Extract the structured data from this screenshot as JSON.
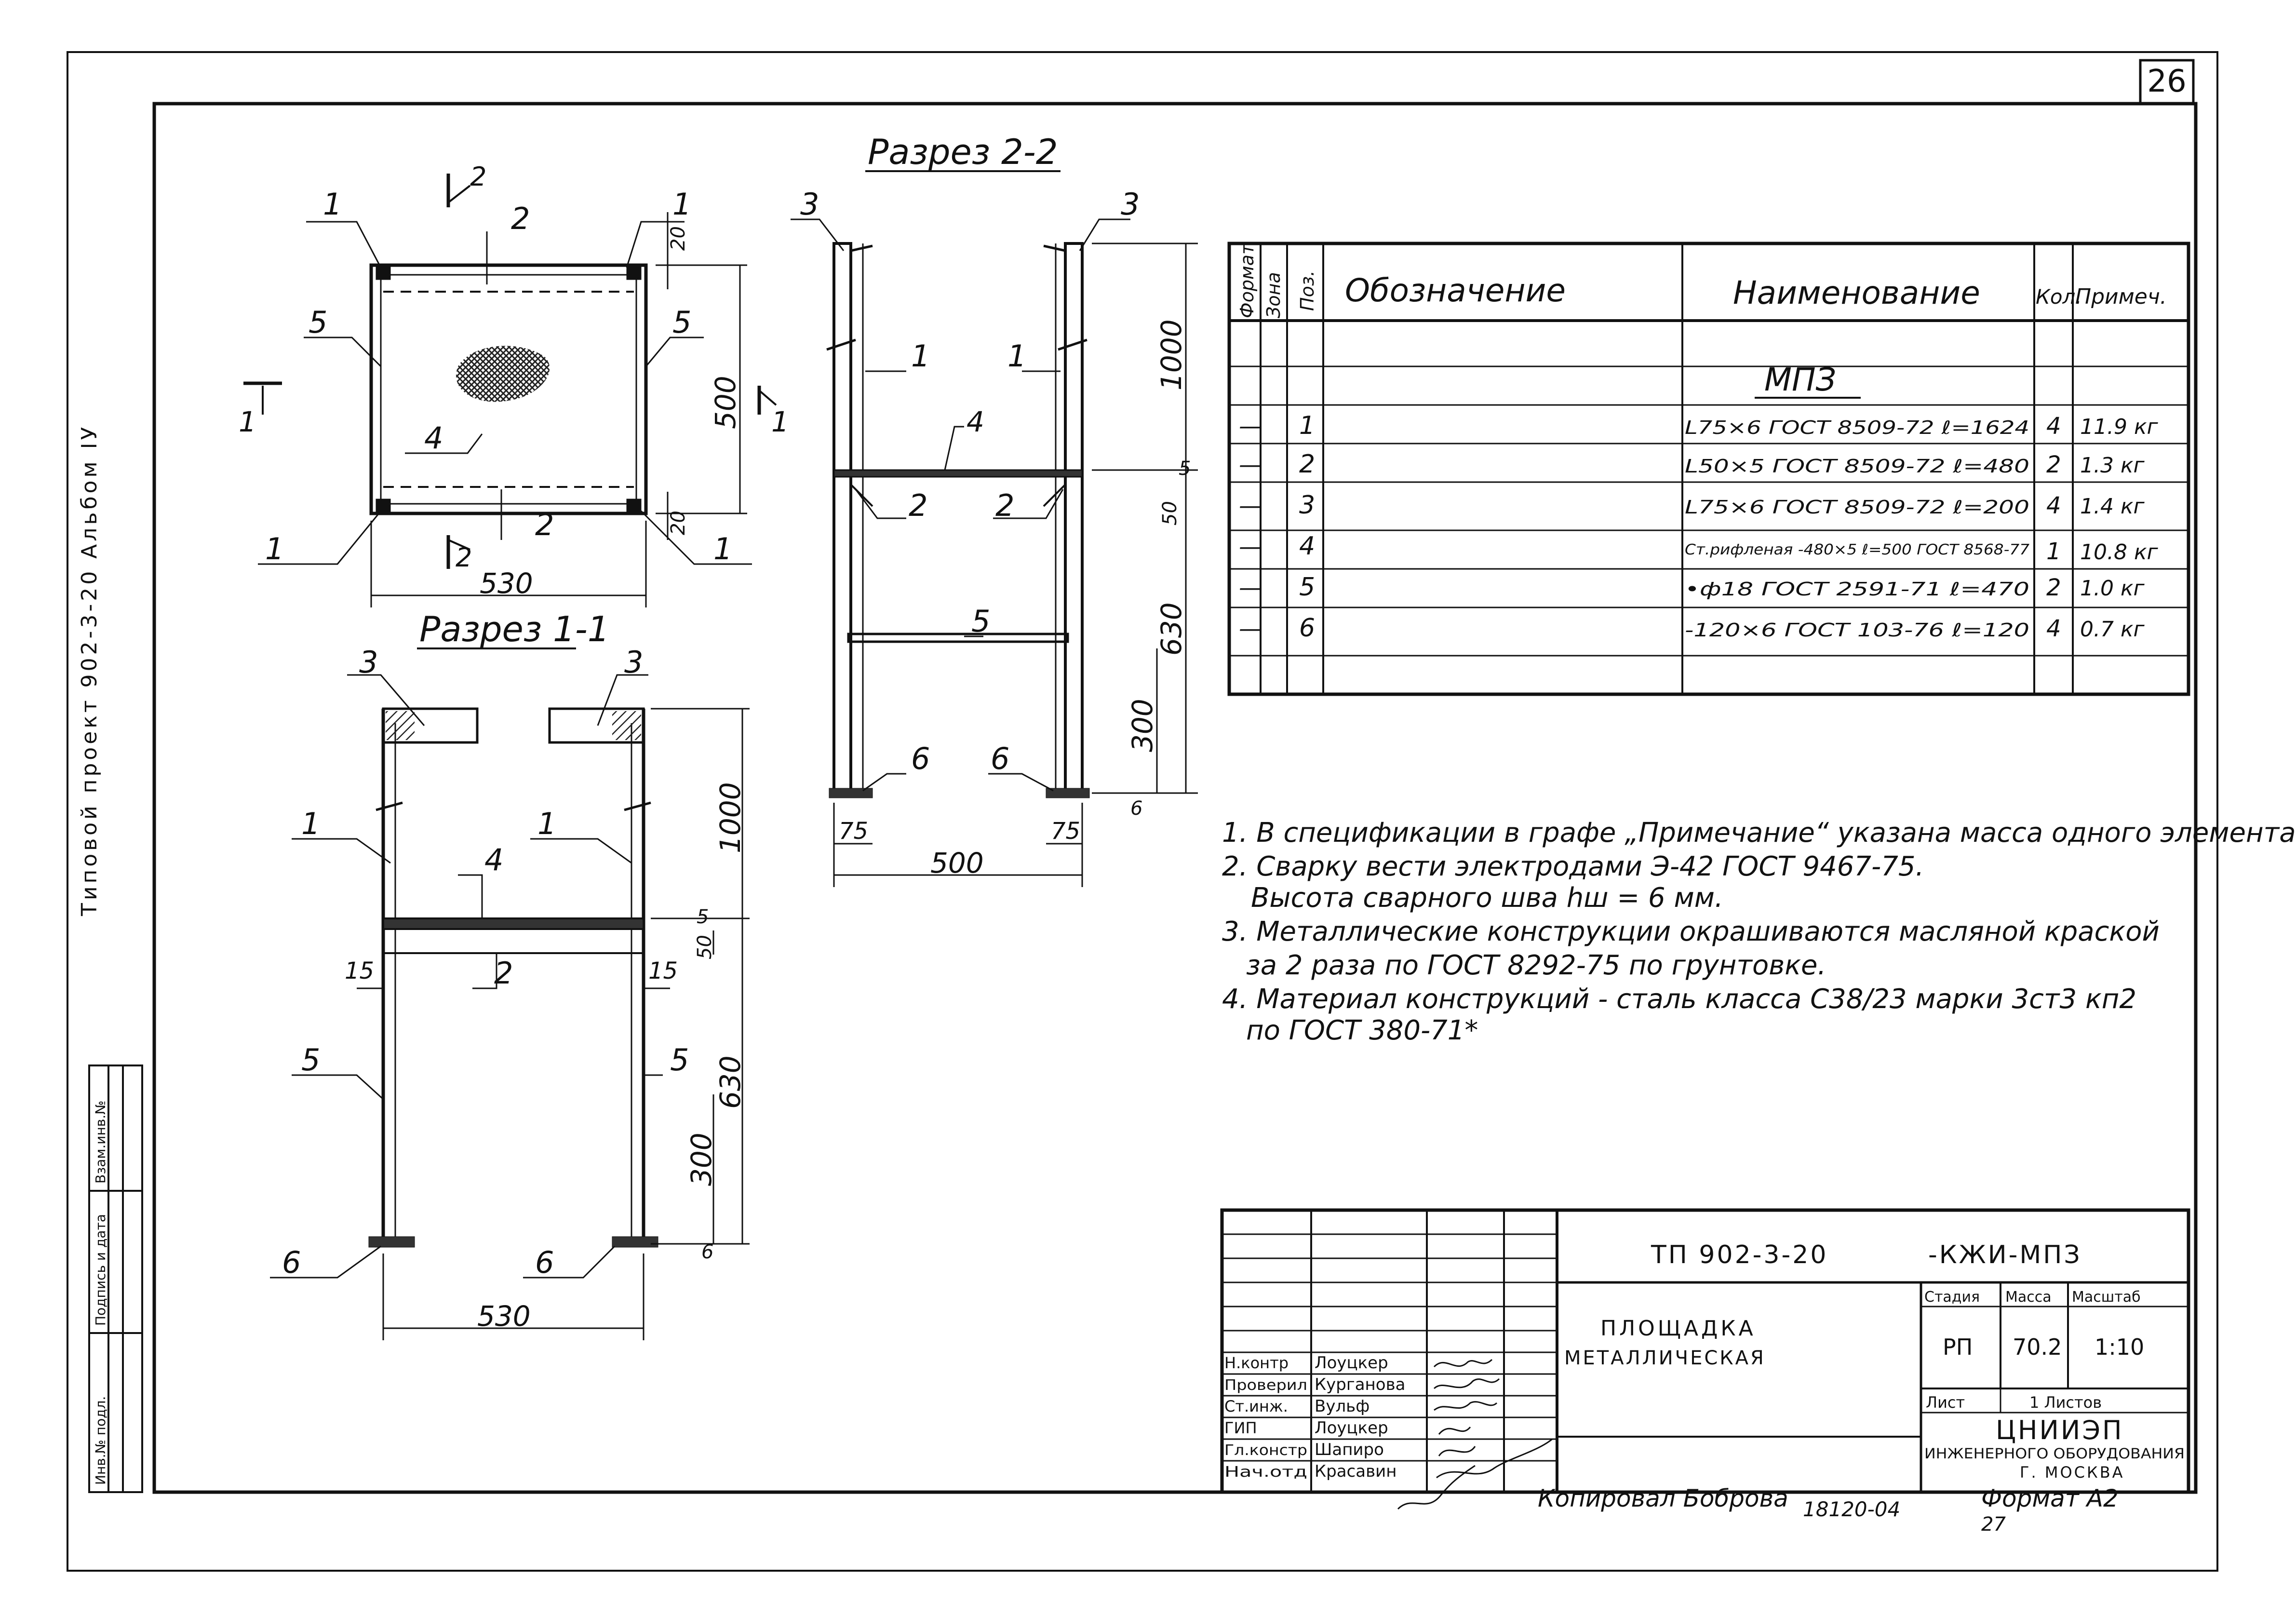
{
  "sheet": {
    "sheet_number": "26",
    "left_strip": "Типовой проект 902-3-20   Альбом IУ",
    "stamp_cells": [
      "Инв.№ подл.",
      "Подпись и дата",
      "Взам.инв.№"
    ]
  },
  "views": {
    "plan": {
      "section_mark_2_top": "2",
      "section_mark_2_bottom": "2",
      "section_mark_1_left": "1",
      "section_mark_1_right": "1",
      "callouts": {
        "tl": "1",
        "tr": "1",
        "bl": "1",
        "br": "1",
        "top_plate": "2",
        "bottom_plate": "2",
        "left_side": "5",
        "right_side": "5",
        "center": "4"
      },
      "dims": {
        "width": "530",
        "height": "500",
        "top": "20",
        "bottom": "20"
      }
    },
    "section_2_2": {
      "title": "Разрез 2-2",
      "callouts": {
        "top_left": "3",
        "top_right": "3",
        "angle_left": "1",
        "angle_right": "1",
        "deck": "4",
        "plate_left": "2",
        "plate_right": "2",
        "rod": "5",
        "base_left": "6",
        "base_right": "6"
      },
      "dims": {
        "upper": "1000",
        "gap5": "5",
        "gap50": "50",
        "lower": "630",
        "h300": "300",
        "base6": "6",
        "left75": "75",
        "right75": "75",
        "width": "500"
      }
    },
    "section_1_1": {
      "title": "Разрез 1-1",
      "callouts": {
        "top_left": "3",
        "top_right": "3",
        "angle_left": "1",
        "angle_right": "1",
        "deck": "4",
        "plate": "2",
        "rod_left": "5",
        "rod_right": "5",
        "base_left": "6",
        "base_right": "6"
      },
      "dims": {
        "upper": "1000",
        "gap5": "5",
        "gap50": "50",
        "lower": "630",
        "h300": "300",
        "base6": "6",
        "left15": "15",
        "right15": "15",
        "width": "530"
      }
    }
  },
  "spec_table": {
    "headers": {
      "format": "Формат",
      "zone": "Зона",
      "pos": "Поз.",
      "designation": "Обозначение",
      "name": "Наименование",
      "qty": "Кол.",
      "note": "Примеч."
    },
    "group_title": "МПЗ",
    "rows": [
      {
        "format": "—",
        "pos": "1",
        "name": "L75×6 ГОСТ 8509-72 ℓ=1624",
        "qty": "4",
        "note": "11.9 кг"
      },
      {
        "format": "—",
        "pos": "2",
        "name": "L50×5 ГОСТ 8509-72 ℓ=480",
        "qty": "2",
        "note": "1.3 кг"
      },
      {
        "format": "—",
        "pos": "3",
        "name": "L75×6 ГОСТ 8509-72 ℓ=200",
        "qty": "4",
        "note": "1.4 кг"
      },
      {
        "format": "—",
        "pos": "4",
        "name": "Ст.рифленая -480×5 ℓ=500 ГОСТ 8568-77",
        "qty": "1",
        "note": "10.8 кг"
      },
      {
        "format": "—",
        "pos": "5",
        "name": "•ф18 ГОСТ 2591-71 ℓ=470",
        "qty": "2",
        "note": "1.0 кг"
      },
      {
        "format": "—",
        "pos": "6",
        "name": "-120×6 ГОСТ 103-76 ℓ=120",
        "qty": "4",
        "note": "0.7 кг"
      }
    ]
  },
  "notes": [
    "1. В спецификации в графе „Примечание“ указана масса одного элемента",
    "2. Сварку вести электродами Э-42 ГОСТ 9467-75.",
    "Высота сварного шва hш = 6 мм.",
    "3. Металлические конструкции окрашиваются масляной краской",
    "за 2 раза по ГОСТ 8292-75 по грунтовке.",
    "4. Материал конструкций - сталь класса С38/23 марки 3ст3 кп2",
    "по ГОСТ 380-71*"
  ],
  "title_block": {
    "doc_code": "ТП 902-3-20",
    "doc_suffix": "-КЖИ-МПЗ",
    "title_line1": "ПЛОЩАДКА",
    "title_line2": "МЕТАЛЛИЧЕСКАЯ",
    "stage_label": "Стадия",
    "mass_label": "Масса",
    "scale_label": "Масштаб",
    "stage": "РП",
    "mass": "70.2",
    "scale": "1:10",
    "sheet_label": "Лист",
    "sheets_label": "1 Листов",
    "org_name": "ЦНИИЭП",
    "org_line2": "ИНЖЕНЕРНОГО ОБОРУДОВАНИЯ",
    "org_city": "Г. МОСКВА",
    "signers": [
      {
        "role": "Н.контр",
        "name": "Лоуцкер"
      },
      {
        "role": "Проверил",
        "name": "Курганова"
      },
      {
        "role": "Ст.инж.",
        "name": "Вульф"
      },
      {
        "role": "ГИП",
        "name": "Лоуцкер"
      },
      {
        "role": "Гл.констр",
        "name": "Шапиро"
      },
      {
        "role": "Нач.отд",
        "name": "Красавин"
      }
    ],
    "copied_by": "Копировал Боброва",
    "order_no": "18120-04",
    "copy_no": "27",
    "format": "Формат А2"
  }
}
